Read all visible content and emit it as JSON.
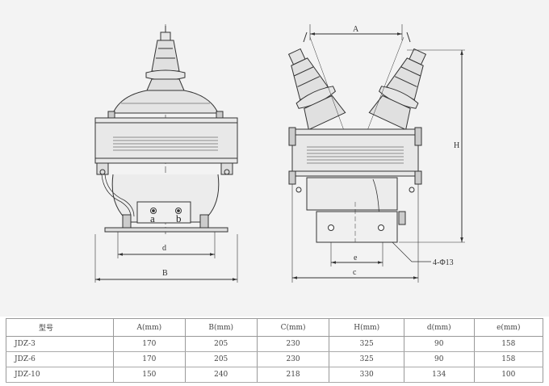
{
  "drawing": {
    "front_view": {
      "terminal_labels": [
        "a",
        "b"
      ],
      "dimension_labels": [
        "d",
        "B"
      ]
    },
    "side_view": {
      "dimension_labels": [
        "A",
        "H",
        "e",
        "c"
      ],
      "hole_label": "4-Φ13"
    }
  },
  "spec_table": {
    "headers": [
      "型号",
      "A(mm)",
      "B(mm)",
      "C(mm)",
      "H(mm)",
      "d(mm)",
      "e(mm)"
    ],
    "rows": [
      [
        "JDZ-3",
        "170",
        "205",
        "230",
        "325",
        "90",
        "158"
      ],
      [
        "JDZ-6",
        "170",
        "205",
        "230",
        "325",
        "90",
        "158"
      ],
      [
        "JDZ-10",
        "150",
        "240",
        "218",
        "330",
        "134",
        "100"
      ]
    ]
  }
}
